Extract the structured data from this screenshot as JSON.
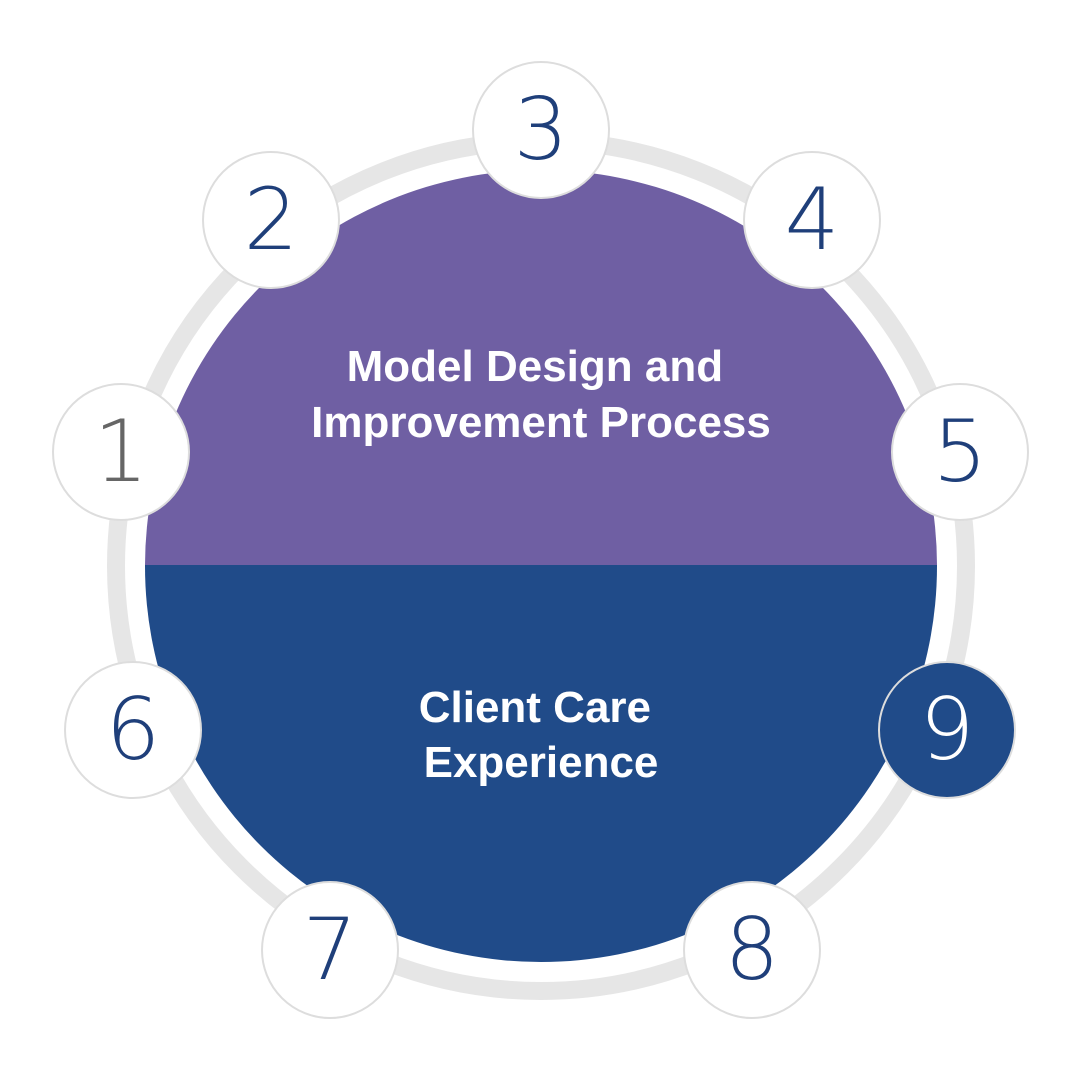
{
  "top_section": {
    "title_lines": [
      "Model Design and",
      "Improvement Process"
    ],
    "color": "#6f5fa3"
  },
  "bottom_section": {
    "title_lines": [
      "Client Care",
      "Experience"
    ],
    "color": "#204b89"
  },
  "ring_color": "#e6e6e6",
  "node_border_color": "#dddddd",
  "node_text_color": "#1f3f7a",
  "nodes": [
    {
      "label": "1",
      "text_color": "#666666",
      "filled": false
    },
    {
      "label": "2",
      "filled": false
    },
    {
      "label": "3",
      "filled": false
    },
    {
      "label": "4",
      "filled": false
    },
    {
      "label": "5",
      "filled": false
    },
    {
      "label": "6",
      "filled": false
    },
    {
      "label": "7",
      "filled": false
    },
    {
      "label": "8",
      "filled": false
    },
    {
      "label": "9",
      "filled": true,
      "fill_color": "#204b89",
      "text_color": "#ffffff"
    }
  ]
}
